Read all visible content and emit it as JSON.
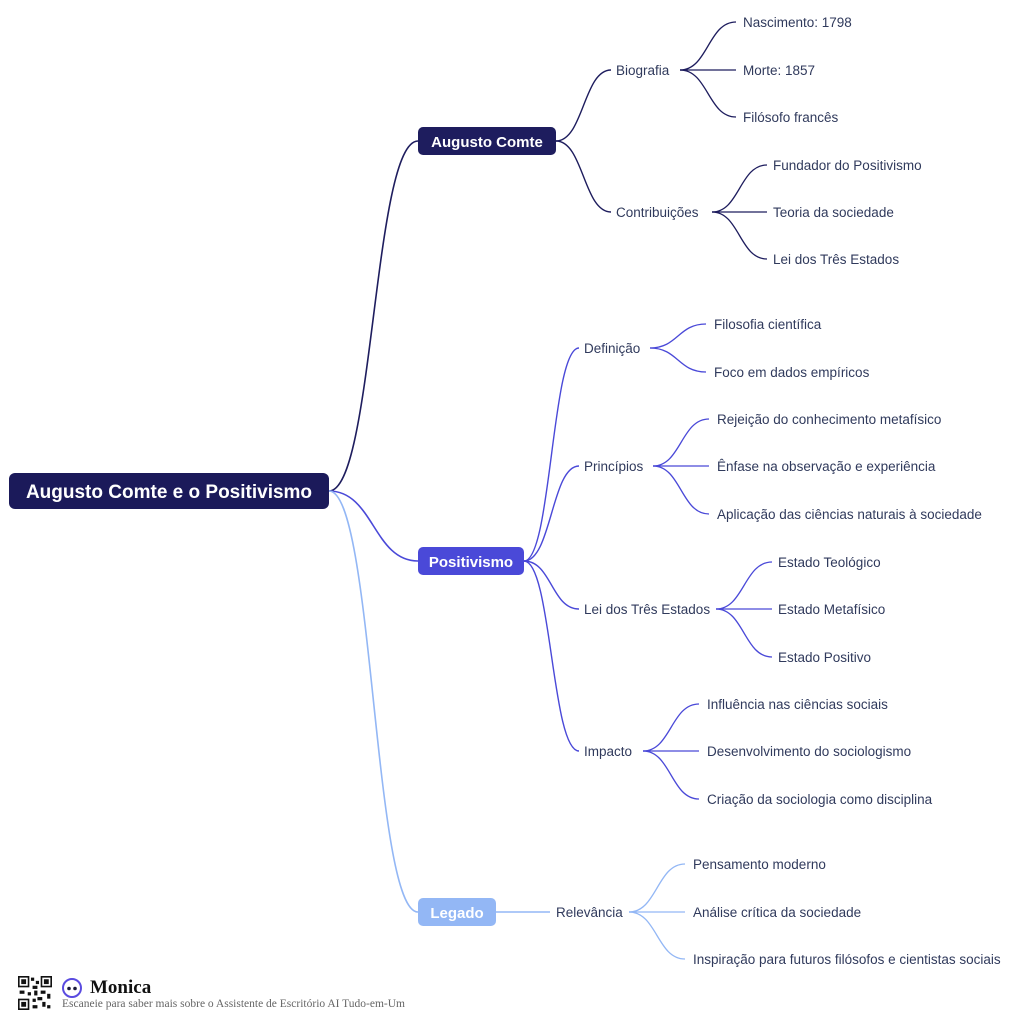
{
  "root": "Augusto Comte e o Positivismo",
  "colors": {
    "root_bg": "#1b1a5a",
    "branch_dark": "#1e1d5e",
    "branch_mid": "#4a49d8",
    "branch_light": "#93b7f5",
    "text": "#303a5c"
  },
  "branches": [
    {
      "label": "Augusto Comte",
      "topics": [
        {
          "label": "Biografia",
          "leaves": [
            "Nascimento: 1798",
            "Morte: 1857",
            "Filósofo francês"
          ]
        },
        {
          "label": "Contribuições",
          "leaves": [
            "Fundador do Positivismo",
            "Teoria da sociedade",
            "Lei dos Três Estados"
          ]
        }
      ]
    },
    {
      "label": "Positivismo",
      "topics": [
        {
          "label": "Definição",
          "leaves": [
            "Filosofia científica",
            "Foco em dados empíricos"
          ]
        },
        {
          "label": "Princípios",
          "leaves": [
            "Rejeição do conhecimento metafísico",
            "Ênfase na observação e experiência",
            "Aplicação das ciências naturais à sociedade"
          ]
        },
        {
          "label": "Lei dos Três Estados",
          "leaves": [
            "Estado Teológico",
            "Estado Metafísico",
            "Estado Positivo"
          ]
        },
        {
          "label": "Impacto",
          "leaves": [
            "Influência nas ciências sociais",
            "Desenvolvimento do sociologismo",
            "Criação da sociologia como disciplina"
          ]
        }
      ]
    },
    {
      "label": "Legado",
      "topics": [
        {
          "label": "Relevância",
          "leaves": [
            "Pensamento moderno",
            "Análise crítica da sociedade",
            "Inspiração para futuros filósofos e cientistas sociais"
          ]
        }
      ]
    }
  ],
  "footer": {
    "brand": "Monica",
    "tagline": "Escaneie para saber mais sobre o Assistente de Escritório AI Tudo-em-Um"
  }
}
